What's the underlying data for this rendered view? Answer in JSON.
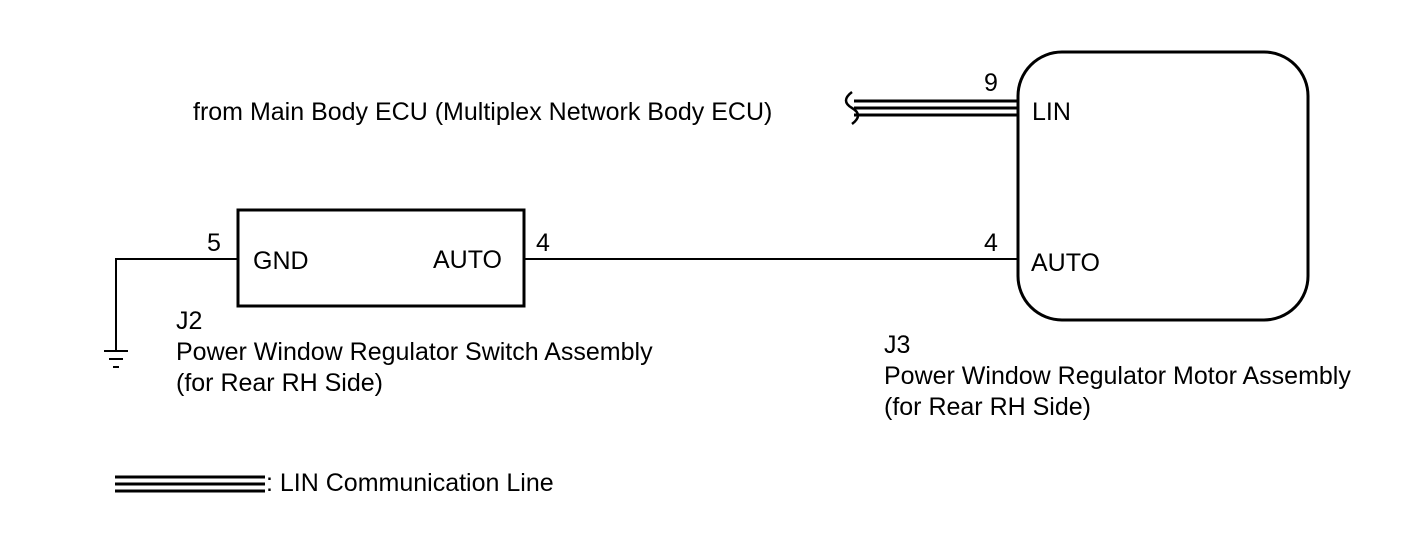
{
  "source": {
    "text": "from Main Body ECU (Multiplex Network Body ECU)"
  },
  "switch_assembly": {
    "code": "J2",
    "name": "Power Window Regulator Switch Assembly",
    "side": "(for Rear RH Side)",
    "pins": {
      "gnd": {
        "number": "5",
        "label": "GND"
      },
      "auto": {
        "number": "4",
        "label": "AUTO"
      }
    }
  },
  "motor_assembly": {
    "code": "J3",
    "name": "Power Window Regulator Motor Assembly",
    "side": "(for Rear RH Side)",
    "pins": {
      "lin": {
        "number": "9",
        "label": "LIN"
      },
      "auto": {
        "number": "4",
        "label": "AUTO"
      }
    }
  },
  "legend": {
    "lin_line": ": LIN Communication Line"
  },
  "ground_icon": "ground-symbol",
  "colors": {
    "line": "#000000",
    "background": "#ffffff"
  }
}
